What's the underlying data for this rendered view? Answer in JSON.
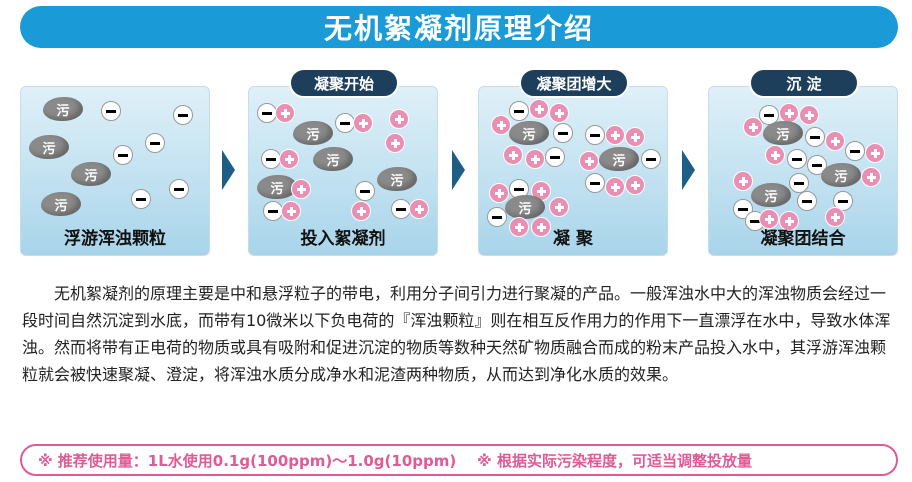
{
  "title": "无机絮凝剂原理介绍",
  "panels": [
    {
      "label": "浮游浑浊颗粒",
      "tag": ""
    },
    {
      "label": "投入絮凝剂",
      "tag": "凝聚开始"
    },
    {
      "label": "凝 聚",
      "tag": "凝聚团增大"
    },
    {
      "label": "凝聚团结合",
      "tag": "沉 淀"
    }
  ],
  "particle_label": "污",
  "description": "无机絮凝剂的原理主要是中和悬浮粒子的带电，利用分子间引力进行聚凝的产品。一般浑浊水中大的浑浊物质会经过一段时间自然沉淀到水底，而带有10微米以下负电荷的『浑浊颗粒』则在相互反作用力的作用下一直漂浮在水中，导致水体浑浊。然而将带有正电荷的物质或具有吸附和促进沉淀的物质等数种天然矿物质融合而成的粉末产品投入水中，其浮游浑浊颗粒就会被快速聚凝、澄淀，将浑浊水质分成净水和泥渣两种物质，从而达到净化水质的效果。",
  "note": {
    "dosage": "※ 推荐使用量：1L水使用0.1g(100ppm)～1.0g(10ppm)",
    "advice": "※ 根据实际污染程度，可适当调整投放量"
  },
  "colors": {
    "title_bg": "#1a9bd7",
    "tag_bg": "#1e3f5c",
    "arrow": "#1c5e86",
    "positive_charge": "#e98fb3",
    "note_border": "#e05a95"
  }
}
